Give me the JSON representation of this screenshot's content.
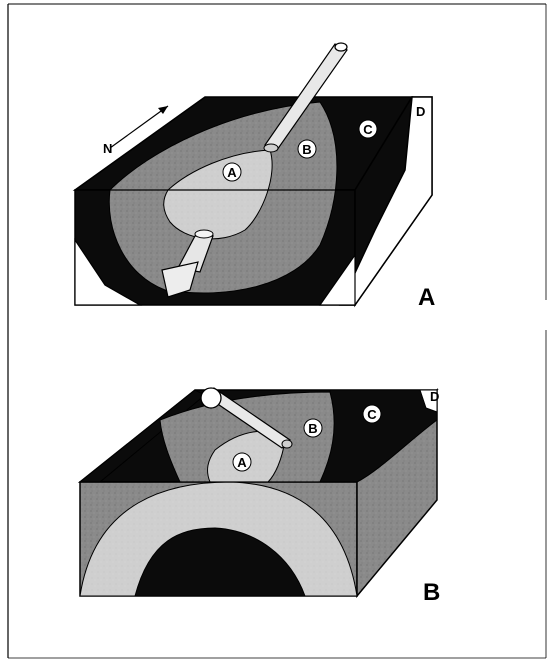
{
  "north_symbol": "N",
  "panels": [
    {
      "label": "A",
      "zones": {
        "a": "A",
        "b": "B",
        "c": "C",
        "d": "D"
      }
    },
    {
      "label": "B",
      "zones": {
        "a": "A",
        "b": "B",
        "c": "C",
        "d": "D"
      }
    }
  ],
  "colors": {
    "zone_a": "#cfcfcf",
    "zone_b": "#8a8a8a",
    "zone_c": "#0b0b0b",
    "zone_d": "#ffffff",
    "outline": "#000000"
  },
  "icons": {
    "north_arrow": "north-arrow-icon",
    "drill_pipe": "cylinder-pipe"
  }
}
